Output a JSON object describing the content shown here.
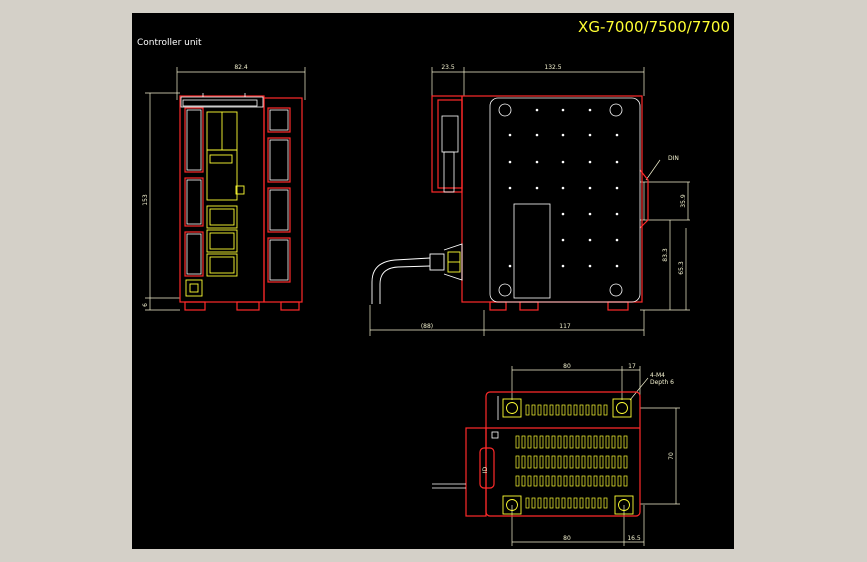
{
  "title": "XG-7000/7500/7700",
  "subtitle": "Controller unit",
  "colors": {
    "background": "#d4d0c8",
    "canvas": "#000000",
    "outline_red": "#ff2a2a",
    "detail_white": "#ffffff",
    "detail_yellow": "#ffff33",
    "dimension": "#f4f2d0",
    "title": "#ffff33"
  },
  "front_view": {
    "width": "82.4",
    "height": "153",
    "foot": "6"
  },
  "side_view": {
    "top_left": "23.5",
    "top_main": "132.5",
    "din": "DIN",
    "din_height": "35.9",
    "dim_83": "83.3",
    "dim_65": "65.3",
    "cable": "(88)",
    "depth": "117"
  },
  "bottom_view": {
    "top_pitch": "80",
    "top_edge": "17",
    "hole_note_1": "4-M4",
    "hole_note_2": "Depth 6",
    "height": "70",
    "bottom_pitch": "80",
    "bottom_edge": "16.5",
    "label": "ID"
  }
}
